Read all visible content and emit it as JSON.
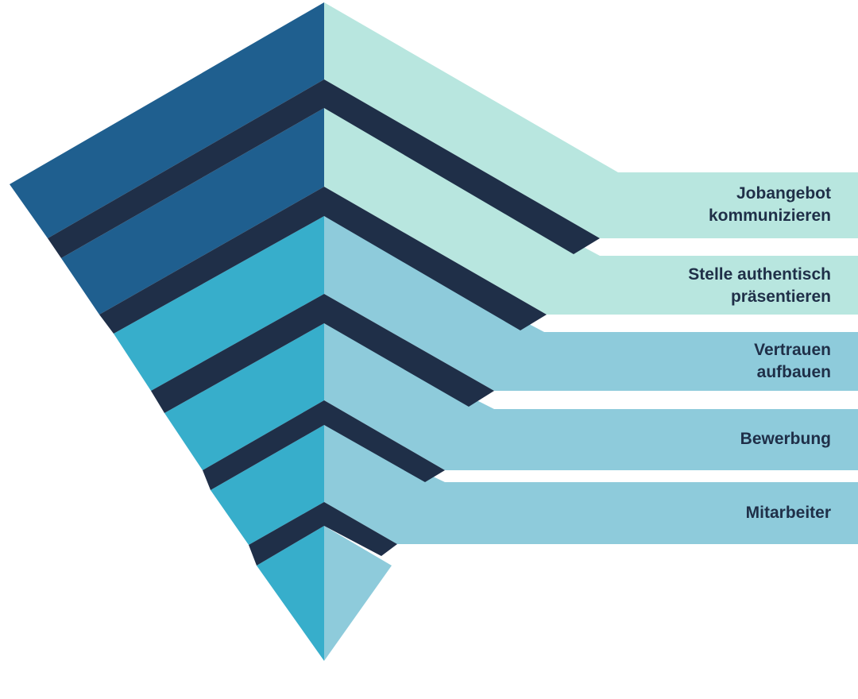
{
  "colors": {
    "dark_blue": "#1f5f8f",
    "mid_blue": "#37aecb",
    "navy_divider": "#1f2f48",
    "mint": "#b8e6df",
    "light_blue": "#8ecbdb"
  },
  "stages": [
    {
      "lines": [
        "Jobangebot",
        "kommunizieren"
      ]
    },
    {
      "lines": [
        "Stelle authentisch",
        "präsentieren"
      ]
    },
    {
      "lines": [
        "Vertrauen",
        "aufbauen"
      ]
    },
    {
      "lines": [
        "Bewerbung"
      ]
    },
    {
      "lines": [
        "Mitarbeiter"
      ]
    }
  ]
}
